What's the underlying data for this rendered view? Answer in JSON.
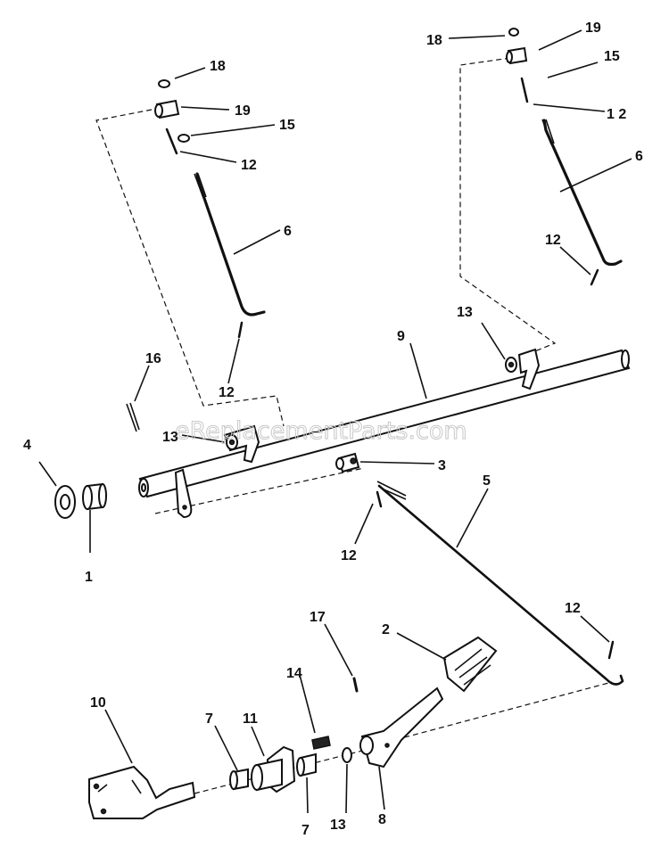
{
  "watermark": "eReplacementParts.com",
  "labels": {
    "l18a": "18",
    "l19a": "19",
    "l15a": "15",
    "l12a": "12",
    "l6a": "6",
    "l12b": "12",
    "l16": "16",
    "l13a": "13",
    "l4": "4",
    "l1": "1",
    "l9": "9",
    "l13b": "13",
    "l18b": "18",
    "l19b": "19",
    "l15b": "15",
    "l12c": "1 2",
    "l6b": "6",
    "l12d": "12",
    "l3": "3",
    "l5": "5",
    "l12e": "12",
    "l12f": "12",
    "l2": "2",
    "l17": "17",
    "l14": "14",
    "l10": "10",
    "l7a": "7",
    "l11": "11",
    "l7b": "7",
    "l13c": "13",
    "l8": "8"
  }
}
